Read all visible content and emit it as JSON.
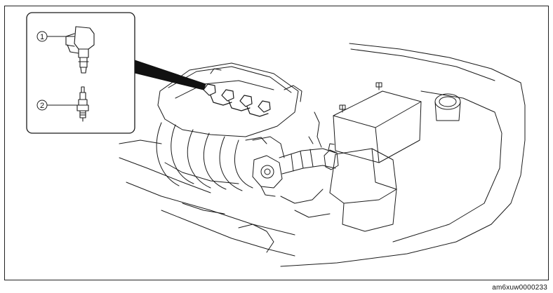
{
  "figure": {
    "code": "am6xuw0000233",
    "callouts": [
      {
        "number": "1",
        "part": "ignition-coil"
      },
      {
        "number": "2",
        "part": "spark-plug"
      }
    ]
  },
  "colors": {
    "line": "#1a1a1a",
    "background": "#ffffff"
  }
}
